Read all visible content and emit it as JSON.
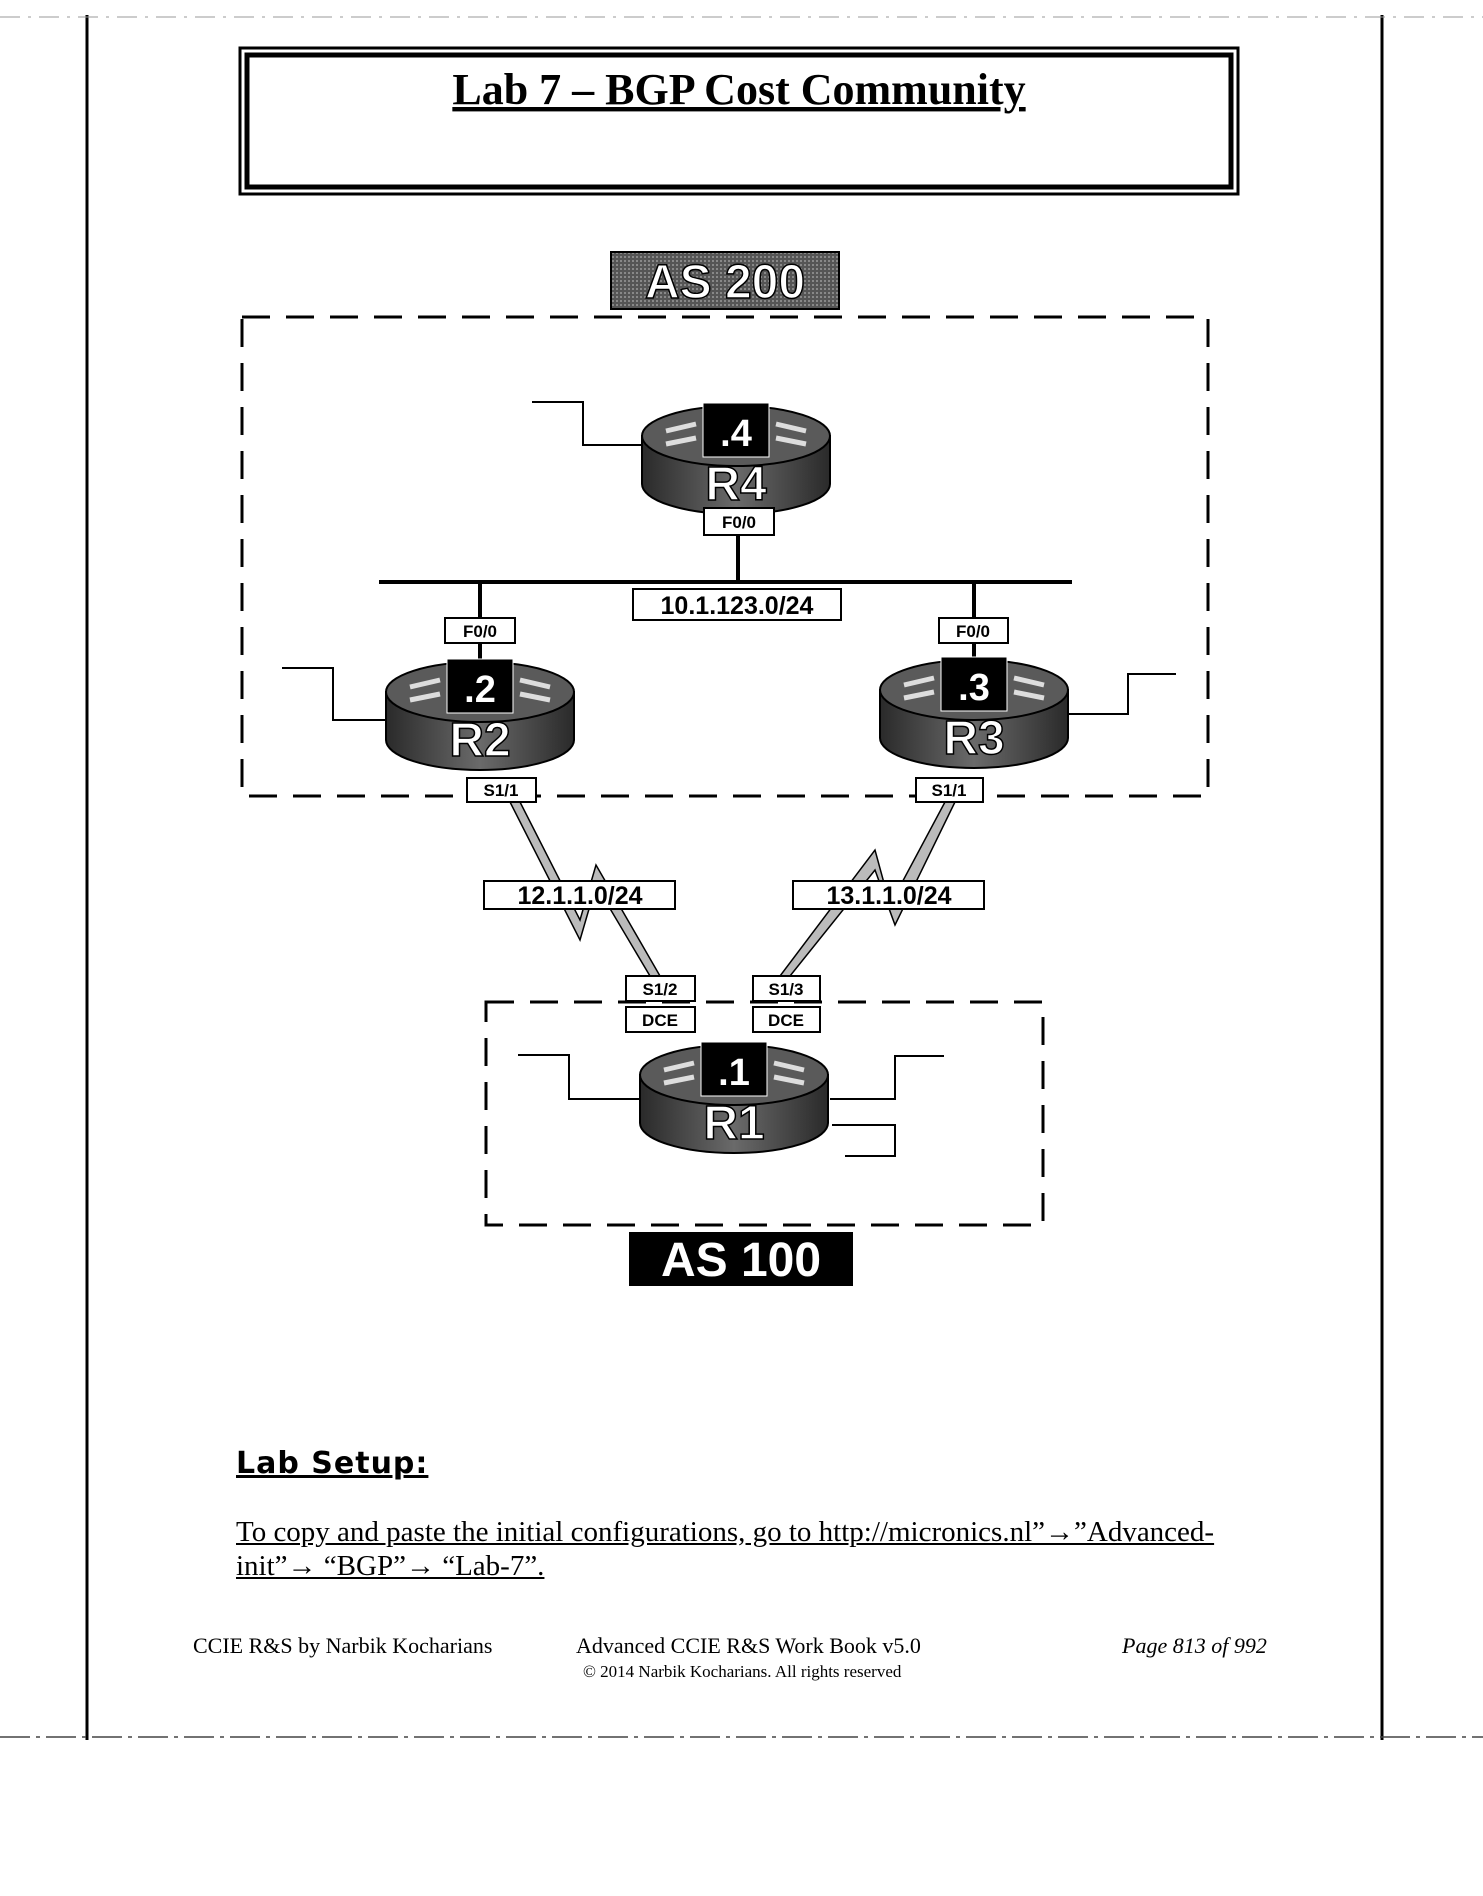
{
  "title": "Lab 7 – BGP Cost Community",
  "diagram": {
    "as_top": "AS 200",
    "as_bottom": "AS 100",
    "routers": [
      {
        "name": "R4",
        "ip": ".4"
      },
      {
        "name": "R2",
        "ip": ".2"
      },
      {
        "name": "R3",
        "ip": ".3"
      },
      {
        "name": "R1",
        "ip": ".1"
      }
    ],
    "interfaces": {
      "r4_f00": "F0/0",
      "r2_f00": "F0/0",
      "r3_f00": "F0/0",
      "r2_s11": "S1/1",
      "r3_s11": "S1/1",
      "r1_s12": "S1/2",
      "r1_s13": "S1/3",
      "dce_left": "DCE",
      "dce_right": "DCE"
    },
    "networks": {
      "lan": "10.1.123.0/24",
      "r1_r2": "12.1.1.0/24",
      "r1_r3": "13.1.1.0/24"
    }
  },
  "lab_setup": {
    "heading": "Lab Setup:",
    "text": "To copy and paste the initial configurations, go to http://micronics.nl”→”Advanced-init”→ “BGP”→ “Lab-7”."
  },
  "footer": {
    "left": "CCIE R&S by Narbik Kocharians",
    "center": "Advanced CCIE R&S Work Book v5.0",
    "copyright": "© 2014 Narbik Kocharians. All rights reserved",
    "page": "Page 813 of 992"
  }
}
